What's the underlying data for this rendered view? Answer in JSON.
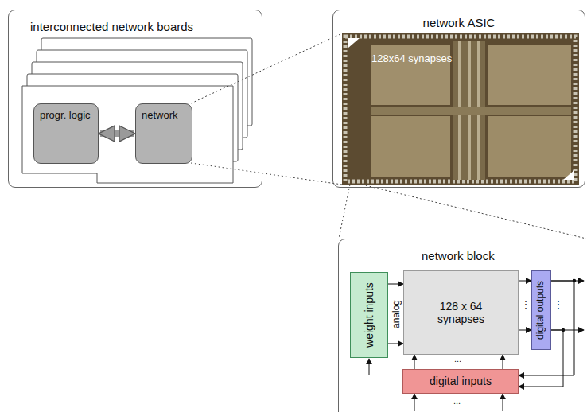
{
  "diagram": {
    "nodes": [
      {
        "text": [
          "interconnected network boards"
        ]
      },
      {
        "text": [
          "progr. logic"
        ],
        "in": 0
      },
      {
        "text": [
          "network"
        ],
        "in": 0
      },
      {
        "text": [
          "network ASIC"
        ]
      },
      {
        "text": [
          "network block"
        ]
      },
      {
        "text": [
          "weight inputs"
        ],
        "in": 4
      },
      {
        "text": [
          "128 x 64 synapses"
        ],
        "in": 4
      },
      {
        "text": [
          "digital outputs"
        ],
        "in": 4
      },
      {
        "text": [
          "digital inputs"
        ],
        "in": 4
      }
    ],
    "edges": [
      {
        "from": 1,
        "to": 2,
        "arrow": "both"
      },
      {
        "from": 5,
        "to": 6,
        "arrow": "to"
      },
      {
        "from": 5,
        "to": 6,
        "arrow": "to"
      },
      {
        "from": 6,
        "to": 7,
        "arrow": "to"
      },
      {
        "from": 6,
        "to": 7,
        "arrow": "to"
      },
      {
        "from": 8,
        "to": 6,
        "arrow": "to"
      },
      {
        "from": 8,
        "to": 6,
        "arrow": "to"
      },
      {
        "from": 7,
        "to": 8,
        "arrow": "to"
      },
      {
        "from": 7,
        "to": 8,
        "arrow": "to"
      }
    ],
    "labels": [
      "128x64 synapses",
      "analog",
      "...",
      "...",
      "⋮",
      "⋮"
    ]
  }
}
